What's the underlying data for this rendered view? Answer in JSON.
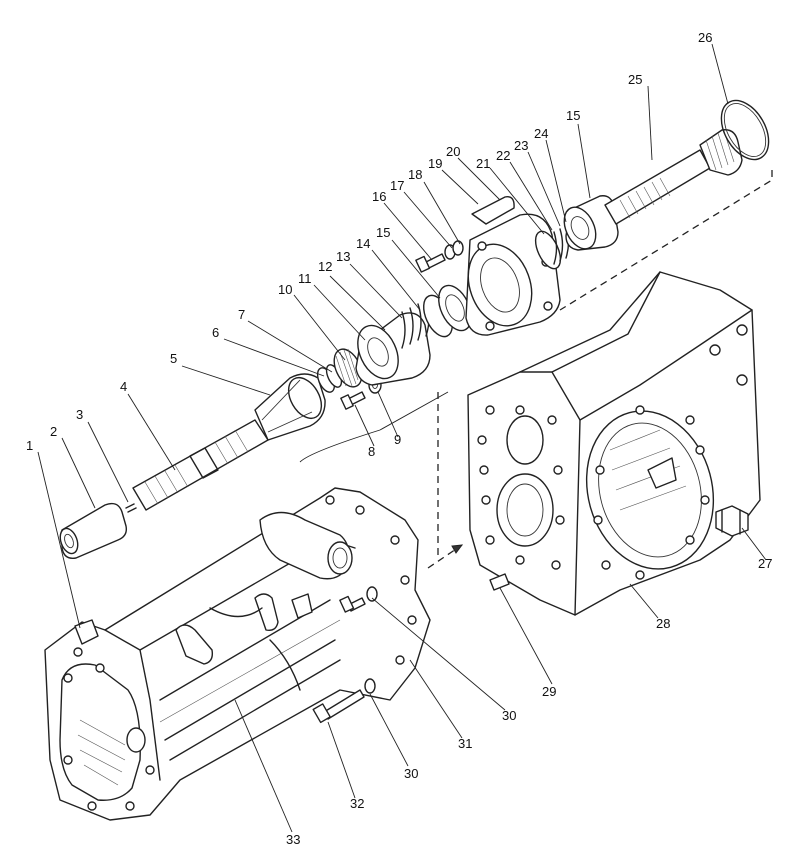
{
  "callouts": [
    "1",
    "2",
    "3",
    "4",
    "5",
    "6",
    "7",
    "8",
    "9",
    "10",
    "11",
    "12",
    "13",
    "14",
    "15",
    "16",
    "17",
    "18",
    "19",
    "20",
    "21",
    "22",
    "23",
    "24",
    "15",
    "25",
    "26",
    "27",
    "28",
    "29",
    "30",
    "31",
    "30",
    "32",
    "33"
  ]
}
